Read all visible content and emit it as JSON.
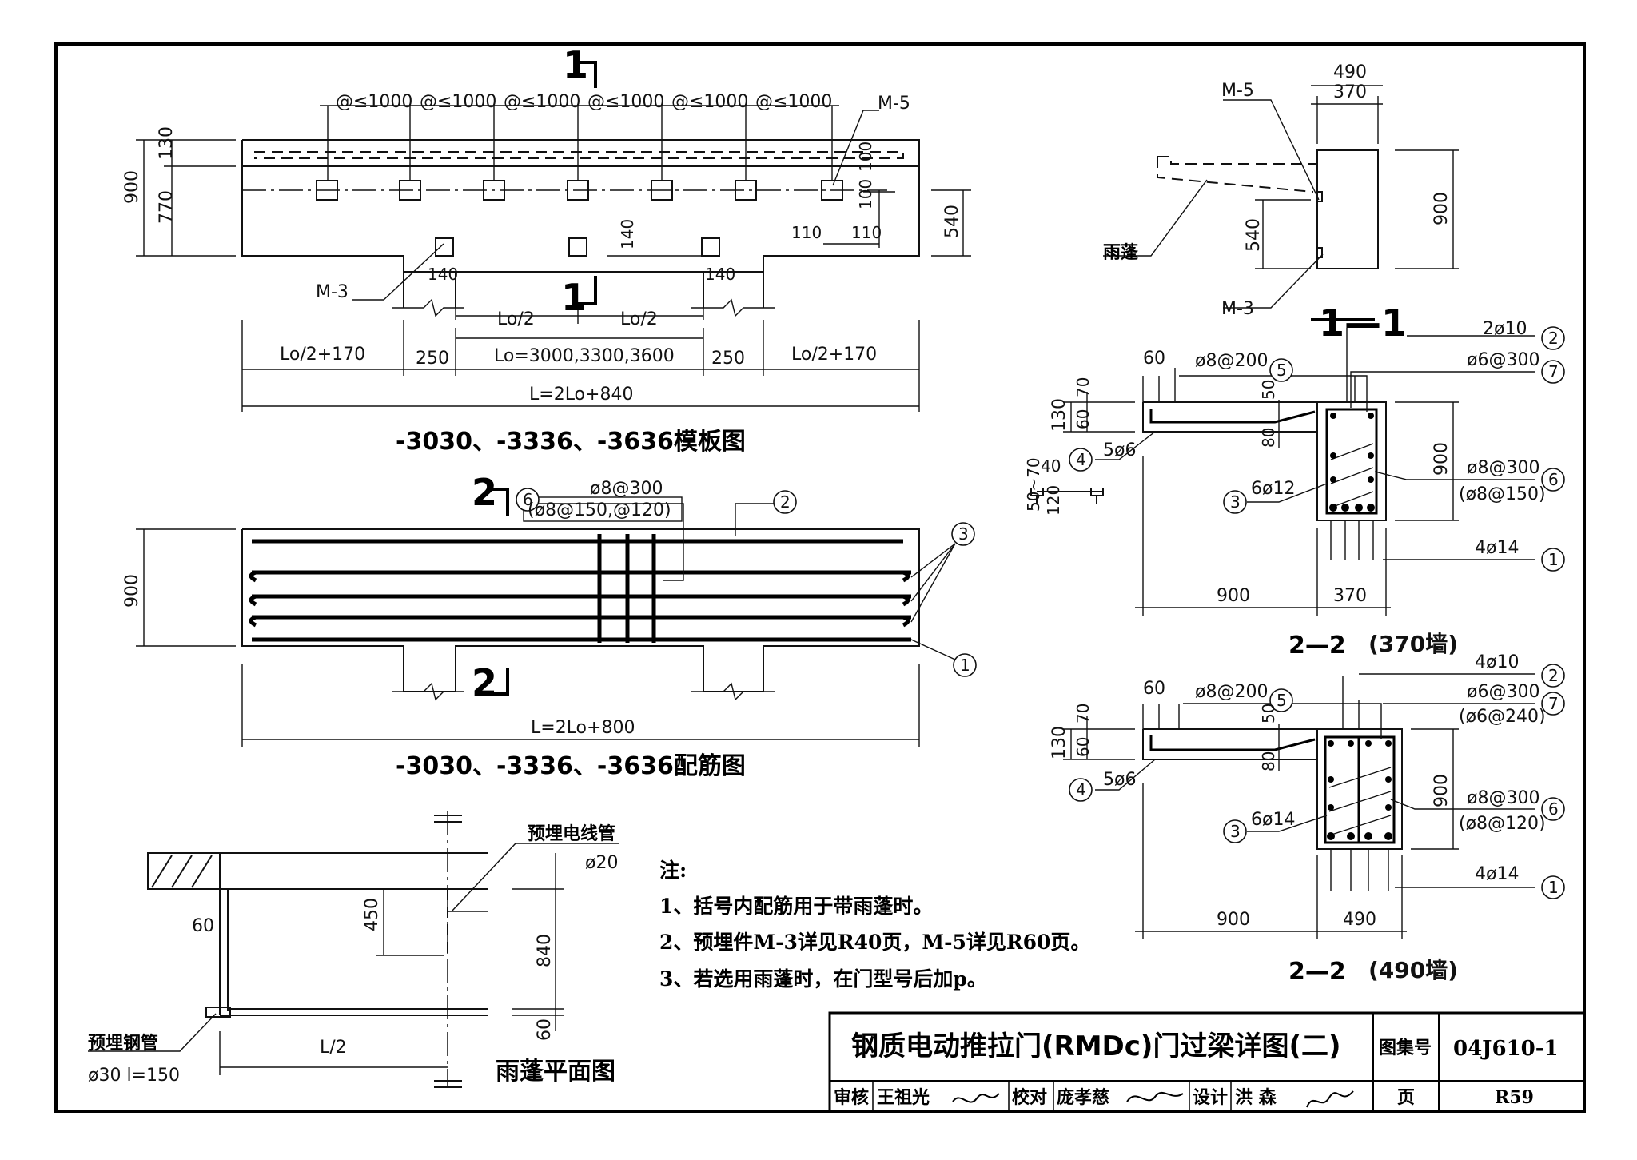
{
  "plan_top": {
    "section_mark": "1",
    "spacing_labels": [
      "@≤1000",
      "@≤1000",
      "@≤1000",
      "@≤1000",
      "@≤1000",
      "@≤1000"
    ],
    "m5": "M-5",
    "m3": "M-3",
    "dims_left": [
      "900",
      "130",
      "770"
    ],
    "dims_right": [
      "100",
      "100",
      "110",
      "110",
      "540"
    ],
    "dim_140a": "140",
    "dim_140b": "140",
    "dim_140c": "140",
    "lo_half_1": "Lo/2",
    "lo_half_2": "Lo/2",
    "seg_left": "Lo/2+170",
    "seg_250a": "250",
    "seg_lo": "Lo=3000,3300,3600",
    "seg_250b": "250",
    "seg_right": "Lo/2+170",
    "total": "L=2Lo+840",
    "caption": "-3030、-3336、-3636模板图"
  },
  "rebar": {
    "section_mark": "2",
    "stirrup": "ø8@300",
    "stirrup_alt": "(ø8@150,@120)",
    "dim_900": "900",
    "total": "L=2Lo+800",
    "caption": "-3030、-3336、-3636配筋图",
    "circles": [
      "6",
      "2",
      "3",
      "1"
    ]
  },
  "canopy": {
    "label_wire": "预埋电线管",
    "wire_dia": "ø20",
    "dim_60": "60",
    "dim_450": "450",
    "dim_840": "840",
    "dim_60b": "60",
    "dim_l2": "L/2",
    "label_pipe": "预埋钢管",
    "pipe_spec": "ø30  l=150",
    "caption": "雨蓬平面图"
  },
  "notes": {
    "head": "注:",
    "items": [
      "1、括号内配筋用于带雨蓬时。",
      "2、预埋件M-3详见R40页，M-5详见R60页。",
      "3、若选用雨蓬时，在门型号后加p。"
    ]
  },
  "side": {
    "dim_490": "490",
    "dim_370": "370",
    "m5": "M-5",
    "m3": "M-3",
    "canopy": "雨蓬",
    "dim_540": "540",
    "dim_900": "900"
  },
  "sec11": {
    "title": "1—1",
    "d60": "60",
    "top_bar": "ø8@200",
    "c5": "5",
    "top_long": "2ø10",
    "c2": "2",
    "stirrup": "ø6@300",
    "c7": "7",
    "d70": "70",
    "d130": "130",
    "d60v": "60",
    "d50": "50",
    "d80": "80",
    "c4": "4",
    "dist": "5ø6",
    "d40": "40",
    "d5070": "50~70",
    "d120": "120",
    "d900v": "900",
    "stir2": "ø8@300",
    "stir2alt": "(ø8@150)",
    "c6": "6",
    "side_bars": "6ø12",
    "c3": "3",
    "bottom": "4ø14",
    "c1": "1",
    "w900": "900",
    "w370": "370",
    "caption_a": "2—2",
    "caption_b": "(370墙)"
  },
  "sec22": {
    "top_long": "4ø10",
    "c2": "2",
    "d60": "60",
    "top_bar": "ø8@200",
    "c5": "5",
    "stirrup": "ø6@300",
    "stirrup_alt": "(ø6@240)",
    "c7": "7",
    "d70": "70",
    "d130": "130",
    "d60v": "60",
    "d50": "50",
    "d80": "80",
    "c4": "4",
    "dist": "5ø6",
    "d900v": "900",
    "stir2": "ø8@300",
    "stir2alt": "(ø8@120)",
    "c6": "6",
    "side_bars": "6ø14",
    "c3": "3",
    "bottom": "4ø14",
    "c1": "1",
    "w900": "900",
    "w490": "490",
    "caption_a": "2—2",
    "caption_b": "(490墙)"
  },
  "title_block": {
    "title": "钢质电动推拉门(RMDc)门过梁详图(二)",
    "atlas_label": "图集号",
    "atlas_no": "04J610-1",
    "review": "审核",
    "reviewer": "王祖光",
    "check": "校对",
    "checker": "庞孝慈",
    "design": "设计",
    "designer": "洪  森",
    "page_label": "页",
    "page_no": "R59"
  }
}
